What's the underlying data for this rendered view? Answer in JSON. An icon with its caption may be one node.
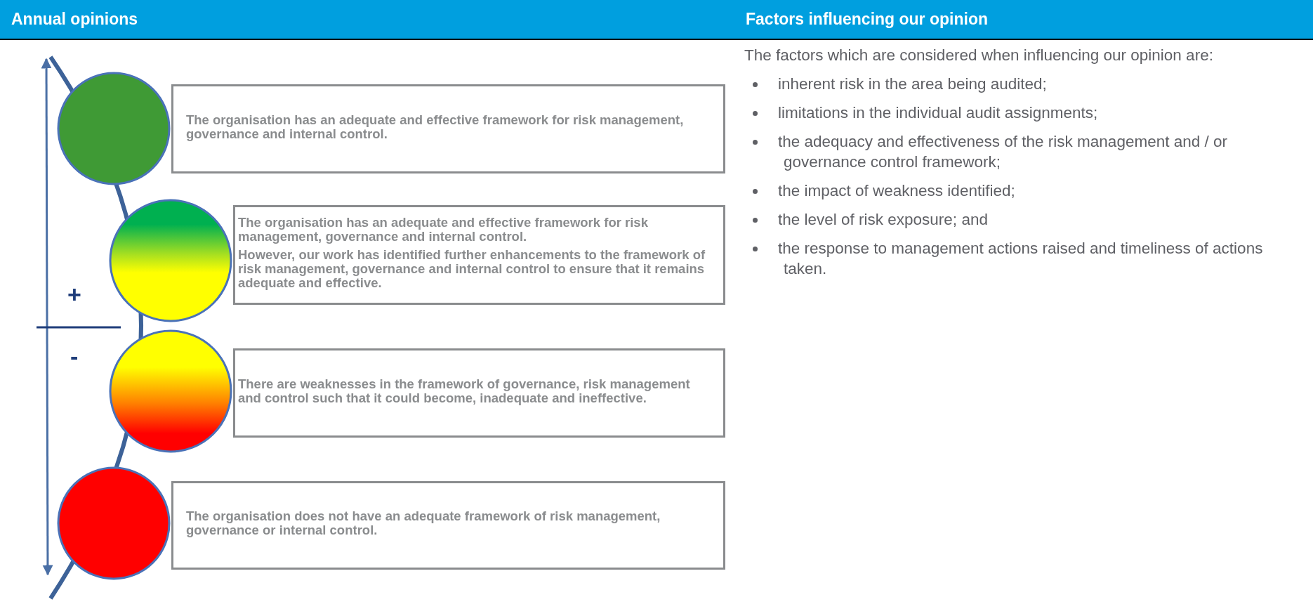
{
  "diagram": {
    "nodes": [
      {
        "text": [
          "The organisation has an adequate and effective framework for risk management, governance and internal control."
        ]
      },
      {
        "text": [
          "The organisation has an adequate and effective framework for risk management, governance and internal control.",
          "However, our work has identified further enhancements to the framework of risk management, governance and internal control to ensure that it remains adequate and effective."
        ]
      },
      {
        "text": [
          "There are weaknesses in the framework of governance, risk management and control such that it could become, inadequate and ineffective."
        ]
      },
      {
        "text": [
          "The organisation does not have an adequate framework of risk management, governance or internal control."
        ]
      },
      {
        "text": [],
        "shape": "circle"
      },
      {
        "text": [],
        "shape": "circle"
      },
      {
        "text": [],
        "shape": "circle"
      },
      {
        "text": [],
        "shape": "circle"
      }
    ],
    "edges": [],
    "labels": [
      "Annual opinions",
      "Factors influencing our opinion",
      "The factors which are considered when influencing our opinion are:",
      "inherent risk in the area being audited;",
      "limitations in the individual audit assignments;",
      "the adequacy and effectiveness of the risk management and / or governance control framework;",
      "the impact of weakness identified;",
      "the level of risk exposure; and",
      "the response to management actions raised and timeliness of actions taken.",
      "+",
      "-"
    ]
  }
}
